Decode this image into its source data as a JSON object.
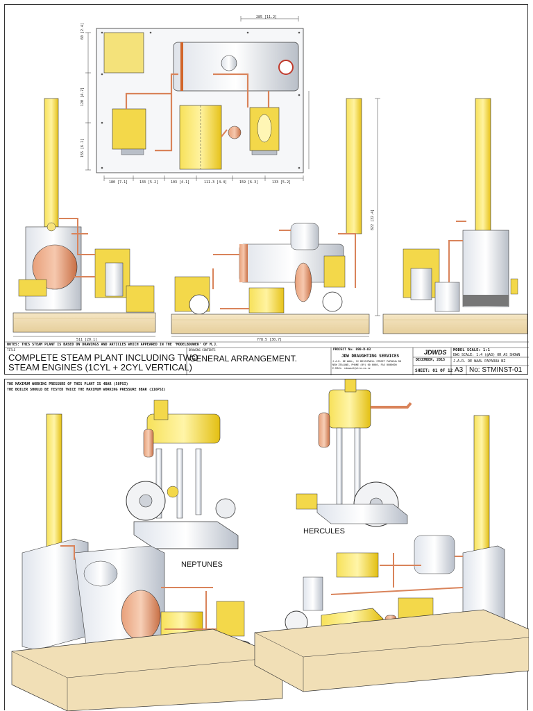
{
  "sheet1": {
    "notes": "NOTES: THIS STEAM PLANT IS BASED ON DRAWINGS AND ARTICLES WHICH APPEARED IN THE 'MODELBOUWER' OF M.J.",
    "title_label": "TITLE",
    "title_line1": "COMPLETE STEAM PLANT INCLUDING TWO",
    "title_line2": "STEAM ENGINES (1CYL + 2CYL VERTICAL)",
    "drawing_contents_label": "DRAWING CONTENTS",
    "drawing_contents": "GENERAL ARRANGEMENT.",
    "project_label": "PROJECT No: 090-D-03",
    "company": "JDW DRAUGHTING SERVICES",
    "address_line1": "J.A.R. DE WAAL, 12 BRIGHTWELL STREET PAPARUA RD",
    "address_line2": "NEW ZEALAND, PHONE (09) 00 0000, FAX 0000000",
    "address_line3": "E-MAIL: idewaal@xtra.co.nz",
    "logo_text": "JDWDS",
    "model_scale": "MODEL SCALE: 1:1",
    "dwg_scale": "DWG SCALE: 1:4 (@A3) OR AS SHOWN",
    "date": "DECEMBER, 2015",
    "drawn_by": "J.A.R. DE WAAL PAPARUA NZ",
    "sheet_label": "SHEET: 01 OF 12",
    "size": "A3",
    "dwg_no": "No: STMINST-01",
    "dims_top": [
      "285 [11.2]",
      "60 [2.4]",
      "120 [4.7]",
      "155 [6.1]"
    ],
    "dims_bottom": [
      "180 [7.1]",
      "133 [5.2]",
      "103 [4.1]",
      "111.3 [4.4]",
      "159 [6.3]",
      "133 [5.2]"
    ],
    "dim_height": "822 [32.4]",
    "dim_base_left": "511 [20.1]",
    "dim_base_right": "778.5 [30.7]"
  },
  "sheet2": {
    "warning_line1": "THE MAXIMUM WORKING PRESSURE OF THIS PLANT IS 4BAR (58PSI)",
    "warning_line2": "THE BOILER SHOULD BE TESTED TWICE THE MAXIMUM WORKING PRESSURE 8BAR (116PSI)",
    "label_neptunes": "NEPTUNES",
    "label_hercules": "HERCULES"
  },
  "colors": {
    "yellow": "#f2d21b",
    "copper": "#d9835a",
    "steel": "#c9ced6",
    "wood": "#efdcb0",
    "line": "#2a2a2a"
  }
}
